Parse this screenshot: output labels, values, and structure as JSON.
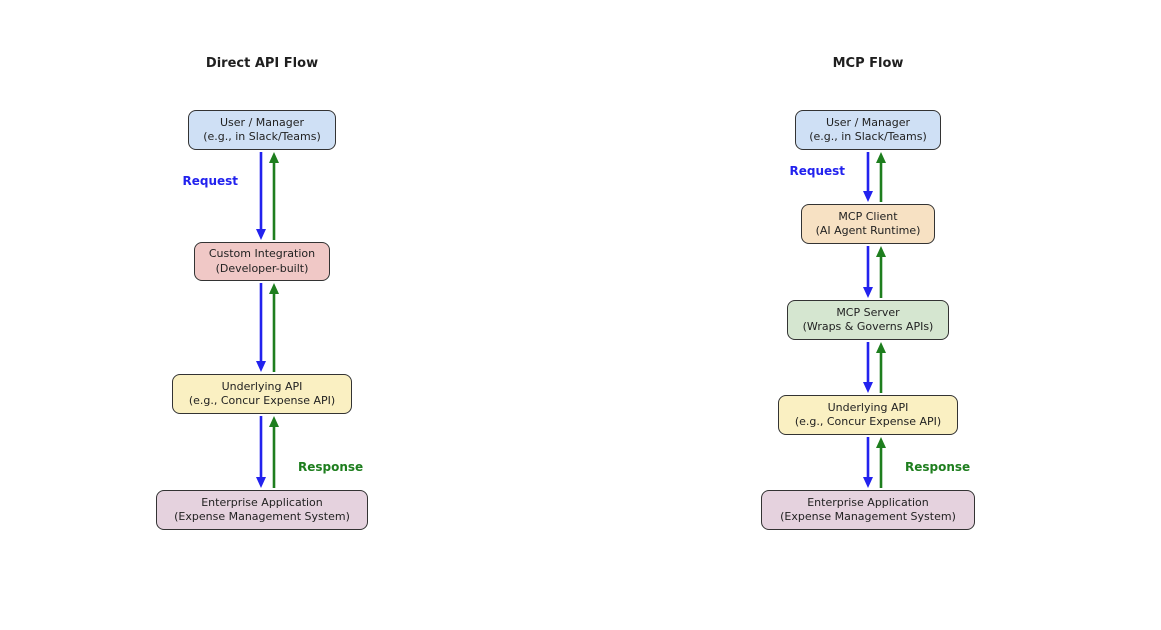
{
  "direct_flow": {
    "title": "Direct API Flow",
    "request_label": "Request",
    "response_label": "Response",
    "boxes": [
      {
        "name": "user-manager",
        "line1": "User / Manager",
        "line2": "(e.g., in Slack/Teams)"
      },
      {
        "name": "custom-integration",
        "line1": "Custom Integration",
        "line2": "(Developer-built)"
      },
      {
        "name": "underlying-api",
        "line1": "Underlying API",
        "line2": "(e.g., Concur Expense API)"
      },
      {
        "name": "enterprise-application",
        "line1": "Enterprise Application",
        "line2": "(Expense Management System)"
      }
    ]
  },
  "mcp_flow": {
    "title": "MCP Flow",
    "request_label": "Request",
    "response_label": "Response",
    "boxes": [
      {
        "name": "user-manager",
        "line1": "User / Manager",
        "line2": "(e.g., in Slack/Teams)"
      },
      {
        "name": "mcp-client",
        "line1": "MCP Client",
        "line2": "(AI Agent Runtime)"
      },
      {
        "name": "mcp-server",
        "line1": "MCP Server",
        "line2": "(Wraps & Governs APIs)"
      },
      {
        "name": "underlying-api",
        "line1": "Underlying API",
        "line2": "(e.g., Concur Expense API)"
      },
      {
        "name": "enterprise-application",
        "line1": "Enterprise Application",
        "line2": "(Expense Management System)"
      }
    ]
  },
  "icons": {
    "down_arrow": "arrow-down-icon",
    "up_arrow": "arrow-up-icon"
  },
  "colors": {
    "request_blue": "#2222ee",
    "response_green": "#1e7e1e",
    "user_box": "#cfe0f5",
    "custom_integration_box": "#f0c8c6",
    "underlying_api_box": "#faf0c2",
    "enterprise_box": "#e5d2de",
    "mcp_client_box": "#f7e1c3",
    "mcp_server_box": "#d5e6d0",
    "box_border": "#333333",
    "text": "#1f1f1f",
    "background": "#ffffff"
  }
}
